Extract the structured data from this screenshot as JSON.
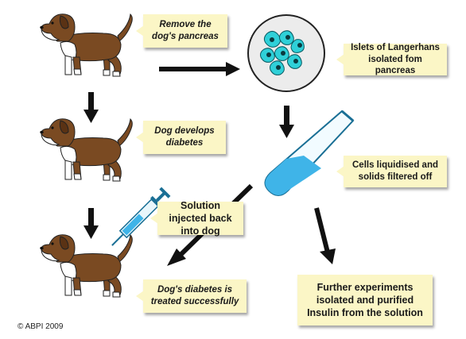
{
  "callouts": {
    "remove_pancreas": "Remove the dog's pancreas",
    "islets": "Islets of Langerhans isolated fom pancreas",
    "develops_diabetes": "Dog develops diabetes",
    "liquidised": "Cells liquidised and solids filtered off",
    "injected": "Solution injected back into dog",
    "treated": "Dog's diabetes is treated successfully",
    "further": "Further experiments isolated and purified Insulin from the solution"
  },
  "copyright": "© ABPI 2009",
  "colors": {
    "callout_bg": "#fbf6c6",
    "dog_brown": "#7a4a22",
    "dog_white": "#ffffff",
    "islet_cyan": "#2fd0d8",
    "liquid_blue": "#3fb4e8",
    "arrow_black": "#111111"
  }
}
